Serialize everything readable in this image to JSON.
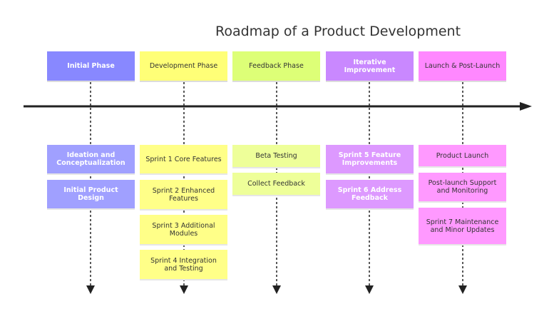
{
  "title": "Roadmap of a Product Development",
  "colors": {
    "axis": "#222222",
    "connector": "#222222",
    "phase_1": "#8888ff",
    "phase_2": "#ffff77",
    "phase_3": "#ddff77",
    "phase_4": "#c988ff",
    "phase_5": "#ff88ff"
  },
  "sections": [
    {
      "label": "Initial Phase",
      "events": [
        "Ideation and Conceptualization",
        "Initial Product Design"
      ]
    },
    {
      "label": "Development Phase",
      "events": [
        "Sprint 1 Core Features",
        "Sprint 2 Enhanced Features",
        "Sprint 3 Additional Modules",
        "Sprint 4 Integration and Testing"
      ]
    },
    {
      "label": "Feedback Phase",
      "events": [
        "Beta Testing",
        "Collect Feedback"
      ]
    },
    {
      "label": "Iterative Improvement",
      "events": [
        "Sprint 5 Feature Improvements",
        "Sprint 6 Address Feedback"
      ]
    },
    {
      "label": "Launch & Post-Launch",
      "events": [
        "Product Launch",
        "Post-launch Support and Monitoring",
        "Sprint 7 Maintenance and Minor Updates"
      ]
    }
  ]
}
